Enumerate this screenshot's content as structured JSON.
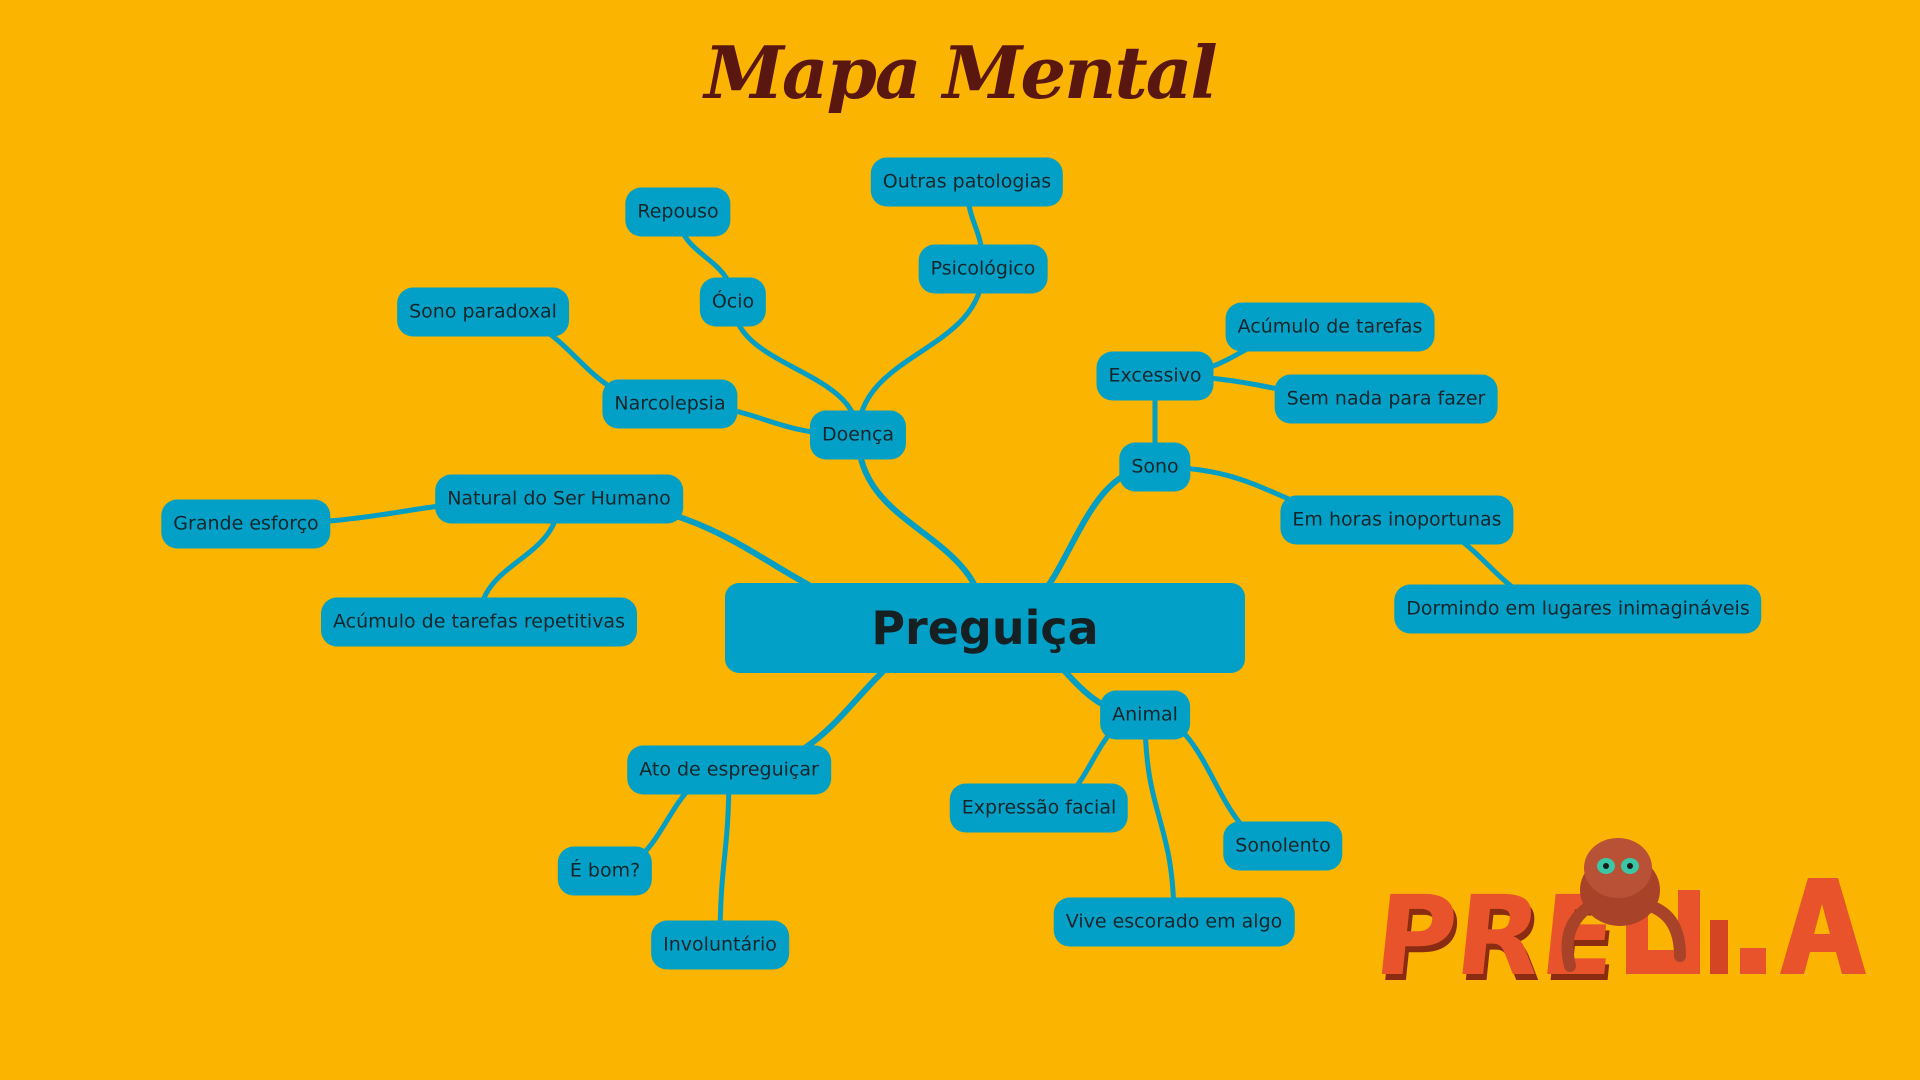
{
  "title": "Mapa Mental",
  "colors": {
    "background": "#fbb400",
    "node": "#02a0c6",
    "link": "#039ec3",
    "title": "#5a1710"
  },
  "root": {
    "id": "root",
    "label": "Preguiça"
  },
  "nodes": [
    {
      "id": "doenca",
      "label": "Doença"
    },
    {
      "id": "ocio",
      "label": "Ócio"
    },
    {
      "id": "repouso",
      "label": "Repouso"
    },
    {
      "id": "psicologico",
      "label": "Psicológico"
    },
    {
      "id": "outras",
      "label": "Outras patologias"
    },
    {
      "id": "narcolepsia",
      "label": "Narcolepsia"
    },
    {
      "id": "sonoparadoxal",
      "label": "Sono paradoxal"
    },
    {
      "id": "natural",
      "label": "Natural do Ser Humano"
    },
    {
      "id": "grande",
      "label": "Grande esforço"
    },
    {
      "id": "acumulorep",
      "label": "Acúmulo de tarefas repetitivas"
    },
    {
      "id": "sono",
      "label": "Sono"
    },
    {
      "id": "excessivo",
      "label": "Excessivo"
    },
    {
      "id": "acumulo",
      "label": "Acúmulo de tarefas"
    },
    {
      "id": "semnada",
      "label": "Sem nada para fazer"
    },
    {
      "id": "horas",
      "label": "Em horas inoportunas"
    },
    {
      "id": "dormindo",
      "label": "Dormindo em lugares inimagináveis"
    },
    {
      "id": "animal",
      "label": "Animal"
    },
    {
      "id": "expressao",
      "label": "Expressão facial"
    },
    {
      "id": "sonolento",
      "label": "Sonolento"
    },
    {
      "id": "vive",
      "label": "Vive escorado em algo"
    },
    {
      "id": "ato",
      "label": "Ato de espreguiçar"
    },
    {
      "id": "ebom",
      "label": "É bom?"
    },
    {
      "id": "involuntario",
      "label": "Involuntário"
    }
  ],
  "edges": [
    [
      "root",
      "doenca"
    ],
    [
      "doenca",
      "ocio"
    ],
    [
      "ocio",
      "repouso"
    ],
    [
      "doenca",
      "psicologico"
    ],
    [
      "psicologico",
      "outras"
    ],
    [
      "doenca",
      "narcolepsia"
    ],
    [
      "narcolepsia",
      "sonoparadoxal"
    ],
    [
      "root",
      "natural"
    ],
    [
      "natural",
      "grande"
    ],
    [
      "natural",
      "acumulorep"
    ],
    [
      "root",
      "sono"
    ],
    [
      "sono",
      "excessivo"
    ],
    [
      "excessivo",
      "acumulo"
    ],
    [
      "excessivo",
      "semnada"
    ],
    [
      "sono",
      "horas"
    ],
    [
      "horas",
      "dormindo"
    ],
    [
      "root",
      "animal"
    ],
    [
      "animal",
      "expressao"
    ],
    [
      "animal",
      "sonolento"
    ],
    [
      "animal",
      "vive"
    ],
    [
      "root",
      "ato"
    ],
    [
      "ato",
      "ebom"
    ],
    [
      "ato",
      "involuntario"
    ]
  ],
  "logo": {
    "text": "PREGUIÇA",
    "icon": "sloth-icon"
  }
}
